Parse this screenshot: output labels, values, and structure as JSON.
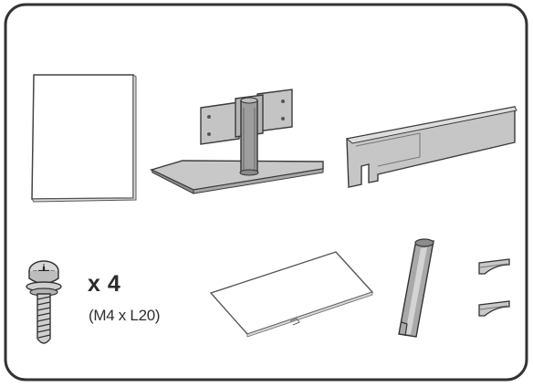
{
  "screw": {
    "quantity_label": "x 4",
    "size_label": "(M4 x L20)"
  },
  "colors": {
    "outline": "#3a3a3a",
    "part_fill": "#c9c9c9",
    "part_fill_dark": "#9a9a9a",
    "paper_fill": "#ffffff"
  },
  "components": [
    {
      "name": "user-manual",
      "icon": "manual-icon"
    },
    {
      "name": "stand-base-with-neck",
      "icon": "stand-icon"
    },
    {
      "name": "stand-bracket-cover",
      "icon": "bracket-cover-icon"
    },
    {
      "name": "screws",
      "icon": "screw-icon"
    },
    {
      "name": "card-sheet",
      "icon": "card-icon"
    },
    {
      "name": "cable-holder-pipe",
      "icon": "cable-pipe-icon"
    },
    {
      "name": "cable-clips",
      "icon": "clip-icon"
    }
  ]
}
